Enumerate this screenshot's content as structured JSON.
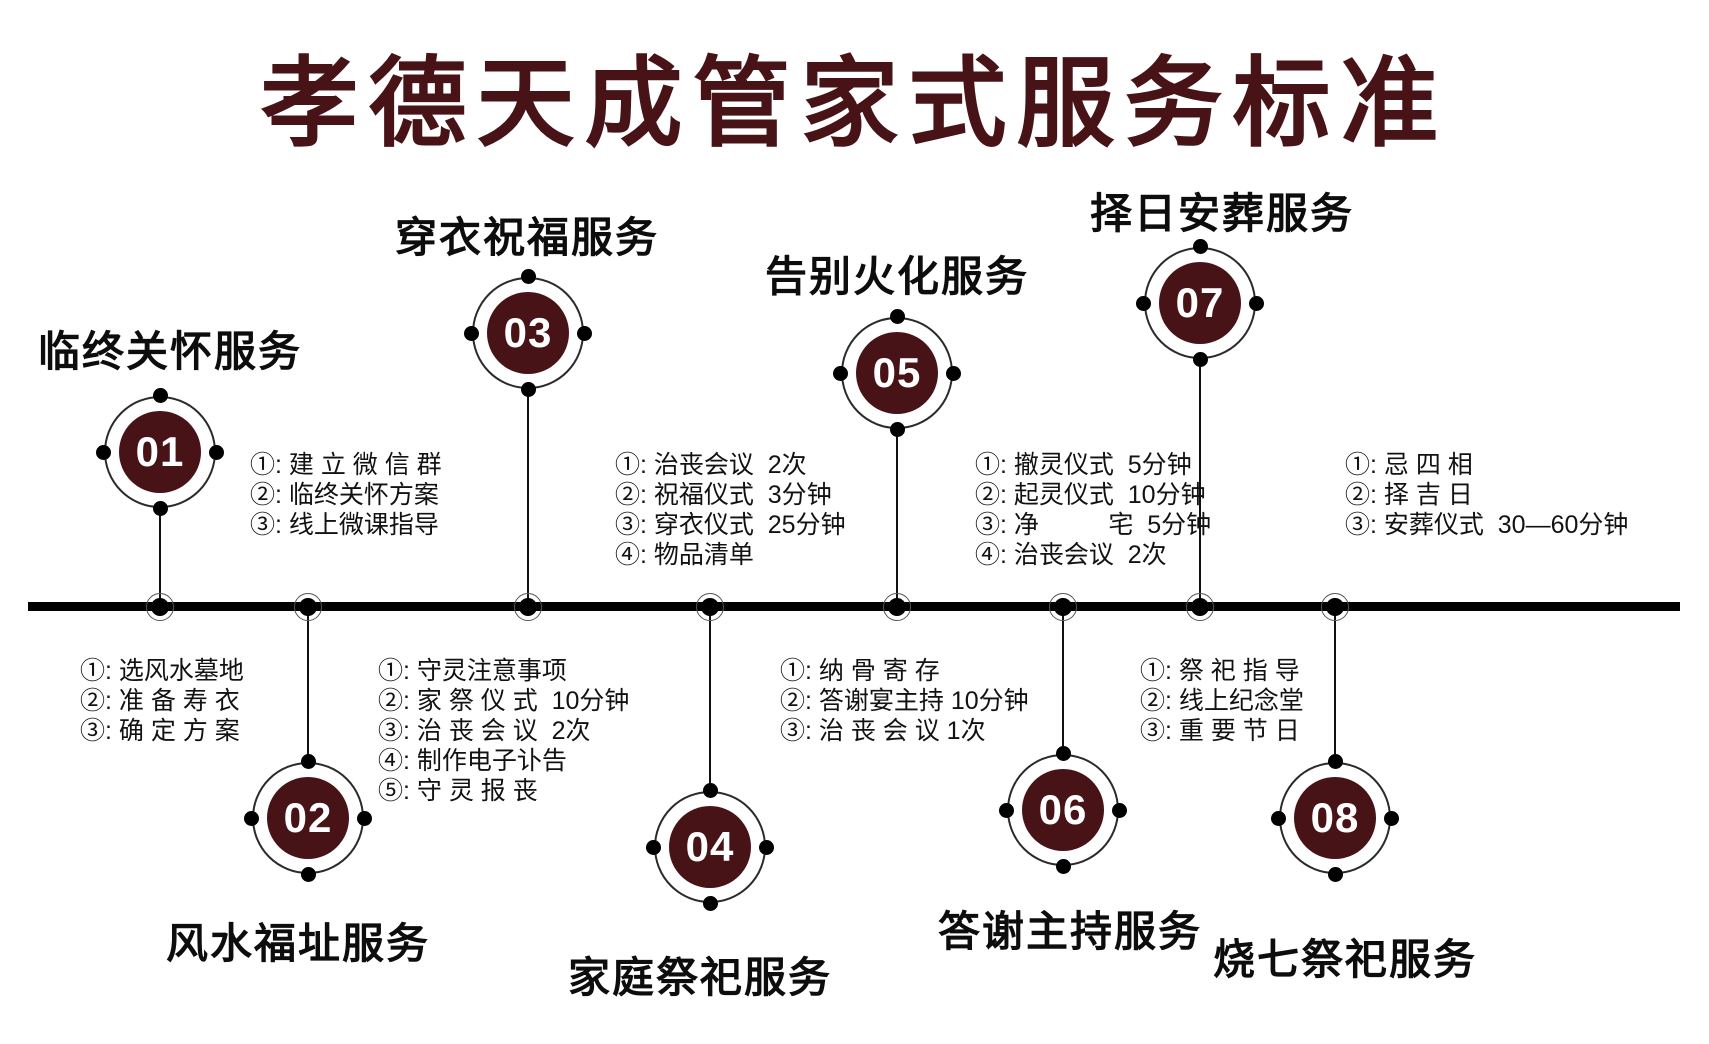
{
  "title": "孝德天成管家式服务标准",
  "colors": {
    "accent": "#471317",
    "axis": "#000000",
    "text": "#121212"
  },
  "nodes": [
    {
      "number": "01",
      "label": "临终关怀服务",
      "items": [
        "①: 建 立 微 信 群",
        "②: 临终关怀方案",
        "③: 线上微课指导"
      ]
    },
    {
      "number": "02",
      "label": "风水福址服务",
      "items": [
        "①: 选风水墓地",
        "②: 准 备 寿 衣",
        "③: 确 定 方 案"
      ]
    },
    {
      "number": "03",
      "label": "穿衣祝福服务",
      "items": [
        "①: 治丧会议  2次",
        "②: 祝福仪式  3分钟",
        "③: 穿衣仪式  25分钟",
        "④: 物品清单"
      ]
    },
    {
      "number": "04",
      "label": "家庭祭祀服务",
      "items": [
        "①: 守灵注意事项",
        "②: 家 祭 仪 式  10分钟",
        "③: 治 丧 会 议  2次",
        "④: 制作电子讣告",
        "⑤: 守 灵 报 丧"
      ]
    },
    {
      "number": "05",
      "label": "告别火化服务",
      "items": [
        "①: 撤灵仪式  5分钟",
        "②: 起灵仪式  10分钟",
        "③: 净          宅  5分钟",
        "④: 治丧会议  2次"
      ]
    },
    {
      "number": "06",
      "label": "答谢主持服务",
      "items": [
        "①: 纳 骨 寄 存",
        "②: 答谢宴主持 10分钟",
        "③: 治 丧 会 议 1次"
      ]
    },
    {
      "number": "07",
      "label": "择日安葬服务",
      "items": [
        "①: 忌 四 相",
        "②: 择 吉 日",
        "③: 安葬仪式  30—60分钟"
      ]
    },
    {
      "number": "08",
      "label": "烧七祭祀服务",
      "items": [
        "①: 祭 祀 指 导",
        "②: 线上纪念堂",
        "③: 重 要 节 日"
      ]
    }
  ]
}
